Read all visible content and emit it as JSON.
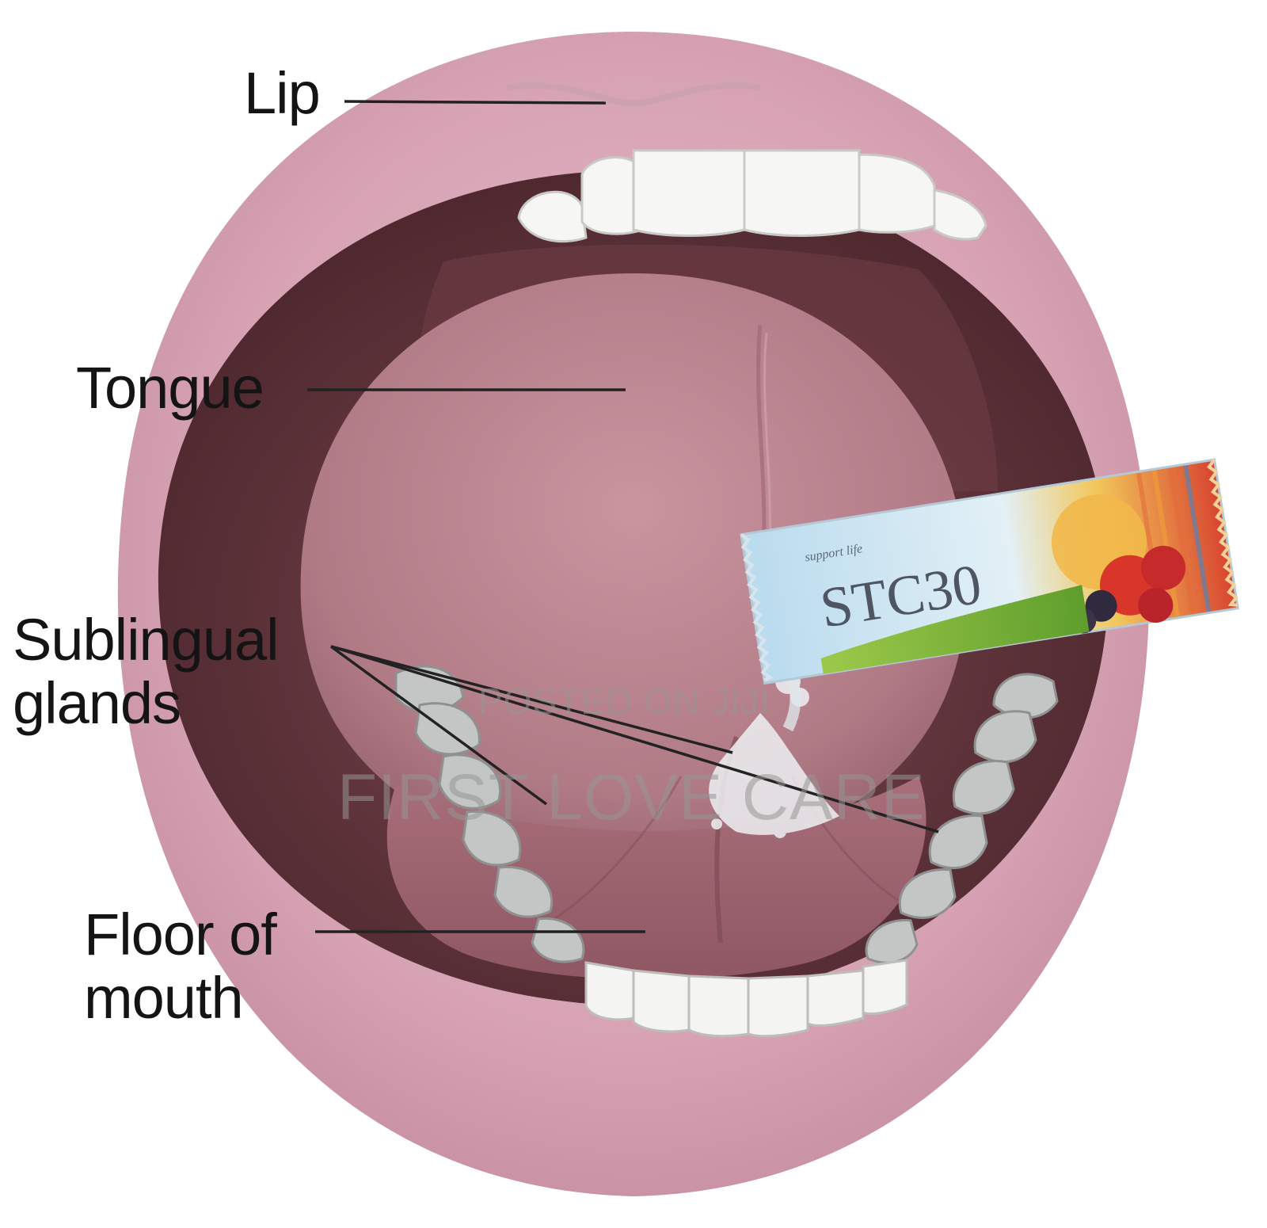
{
  "diagram": {
    "labels": {
      "lip": [
        "Lip"
      ],
      "tongue": [
        "Tongue"
      ],
      "sublingual": [
        "Sublingual",
        "glands"
      ],
      "floor": [
        "Floor of",
        "mouth"
      ]
    },
    "product": {
      "name": "STC30",
      "brand": "support life"
    },
    "watermark": {
      "posted": "POSTED ON JIJI",
      "brand": "FIRST LOVE CARE"
    }
  },
  "colors": {
    "lip": "#d9a6b6",
    "mouth_dark": "#5a3036",
    "tongue": "#b8838d",
    "teeth": "#f4f4f2",
    "gums_teeth_grey": "#b9bcbc",
    "leader_lines": "#222222"
  }
}
